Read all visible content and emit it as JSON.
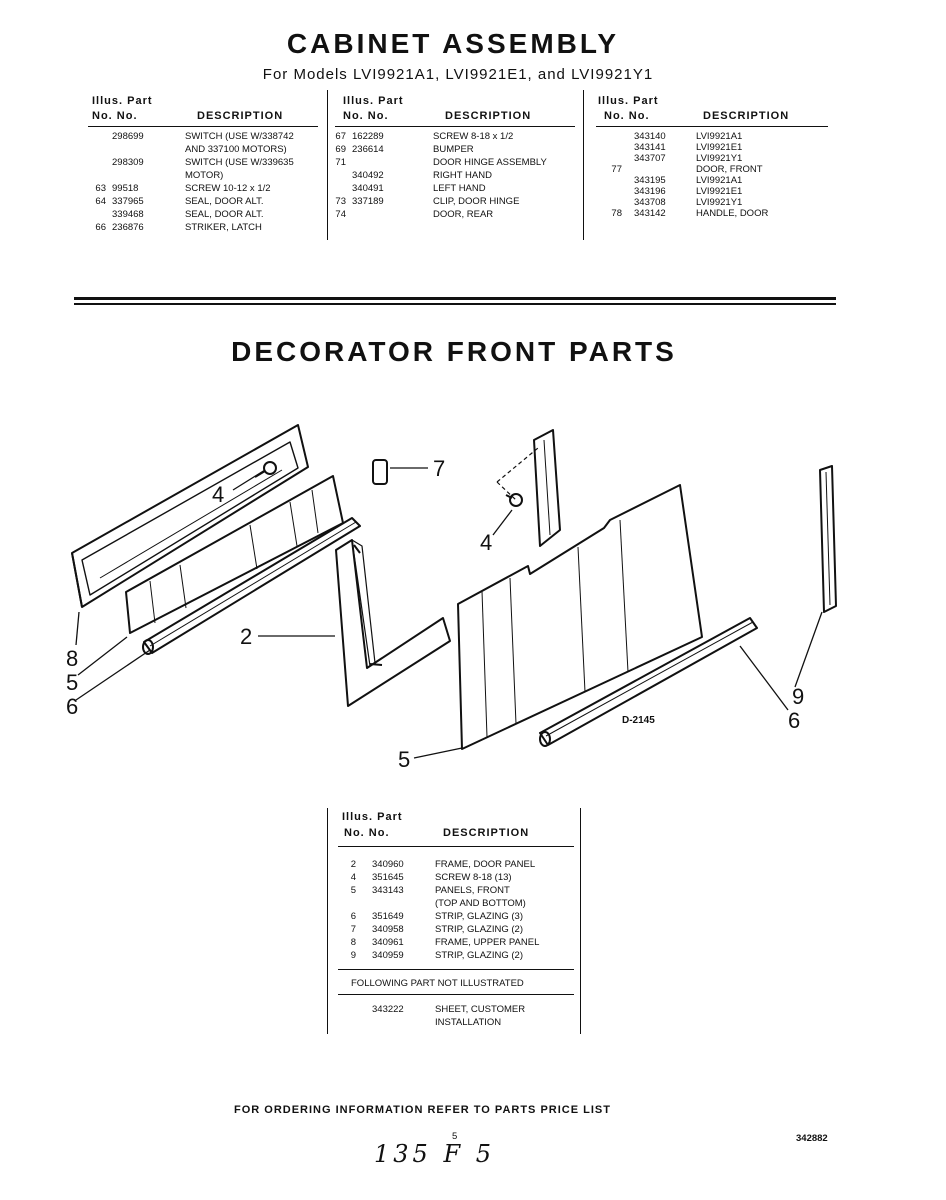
{
  "cabinet": {
    "title": "CABINET ASSEMBLY",
    "subtitle": "For Models LVI9921A1, LVI9921E1, and LVI9921Y1",
    "header": {
      "illus_part": "Illus. Part",
      "no_no": "No. No.",
      "description": "DESCRIPTION"
    },
    "col1": [
      {
        "illus": "",
        "part": "298699",
        "desc": "SWITCH (USE W/338742"
      },
      {
        "illus": "",
        "part": "",
        "desc": "AND 337100 MOTORS)"
      },
      {
        "illus": "",
        "part": "298309",
        "desc": "SWITCH (USE W/339635"
      },
      {
        "illus": "",
        "part": "",
        "desc": "MOTOR)"
      },
      {
        "illus": "63",
        "part": "99518",
        "desc": "SCREW 10-12 x 1/2"
      },
      {
        "illus": "64",
        "part": "337965",
        "desc": "SEAL, DOOR ALT."
      },
      {
        "illus": "",
        "part": "339468",
        "desc": "SEAL, DOOR ALT."
      },
      {
        "illus": "66",
        "part": "236876",
        "desc": "STRIKER, LATCH"
      }
    ],
    "col2": [
      {
        "illus": "67",
        "part": "162289",
        "desc": "SCREW 8-18 x 1/2"
      },
      {
        "illus": "69",
        "part": "236614",
        "desc": "BUMPER"
      },
      {
        "illus": "71",
        "part": "",
        "desc": "DOOR HINGE ASSEMBLY"
      },
      {
        "illus": "",
        "part": "340492",
        "desc": "RIGHT HAND"
      },
      {
        "illus": "",
        "part": "340491",
        "desc": "LEFT HAND"
      },
      {
        "illus": "73",
        "part": "337189",
        "desc": "CLIP, DOOR HINGE"
      },
      {
        "illus": "74",
        "part": "",
        "desc": "DOOR, REAR"
      }
    ],
    "col3": [
      {
        "illus": "",
        "part": "343140",
        "desc": "LVI9921A1"
      },
      {
        "illus": "",
        "part": "343141",
        "desc": "LVI9921E1"
      },
      {
        "illus": "",
        "part": "343707",
        "desc": "LVI9921Y1"
      },
      {
        "illus": "77",
        "part": "",
        "desc": "DOOR, FRONT"
      },
      {
        "illus": "",
        "part": "343195",
        "desc": "LVI9921A1"
      },
      {
        "illus": "",
        "part": "343196",
        "desc": "LVI9921E1"
      },
      {
        "illus": "",
        "part": "343708",
        "desc": "LVI9921Y1"
      },
      {
        "illus": "78",
        "part": "343142",
        "desc": "HANDLE, DOOR"
      }
    ]
  },
  "decorator": {
    "title": "DECORATOR FRONT PARTS",
    "callouts": [
      "4",
      "7",
      "4",
      "2",
      "8",
      "5",
      "6",
      "5",
      "9",
      "6"
    ],
    "drawing_number": "D-2145",
    "table": {
      "header": {
        "illus_part": "Illus. Part",
        "no_no": "No. No.",
        "description": "DESCRIPTION"
      },
      "rows": [
        {
          "illus": "2",
          "part": "340960",
          "desc": "FRAME, DOOR PANEL"
        },
        {
          "illus": "4",
          "part": "351645",
          "desc": "SCREW 8-18 (13)"
        },
        {
          "illus": "5",
          "part": "343143",
          "desc": "PANELS, FRONT"
        },
        {
          "illus": "",
          "part": "",
          "desc": "(TOP AND BOTTOM)"
        },
        {
          "illus": "6",
          "part": "351649",
          "desc": "STRIP, GLAZING (3)"
        },
        {
          "illus": "7",
          "part": "340958",
          "desc": "STRIP, GLAZING (2)"
        },
        {
          "illus": "8",
          "part": "340961",
          "desc": "FRAME, UPPER PANEL"
        },
        {
          "illus": "9",
          "part": "340959",
          "desc": "STRIP, GLAZING (2)"
        }
      ],
      "not_illustrated_label": "FOLLOWING PART NOT ILLUSTRATED",
      "not_illustrated": [
        {
          "part": "343222",
          "desc": "SHEET, CUSTOMER"
        },
        {
          "part": "",
          "desc": "INSTALLATION"
        }
      ]
    }
  },
  "footer": {
    "ordering": "FOR ORDERING INFORMATION REFER TO PARTS PRICE LIST",
    "page_number": "5",
    "doc_number": "342882",
    "handwritten": "135 F 5"
  }
}
